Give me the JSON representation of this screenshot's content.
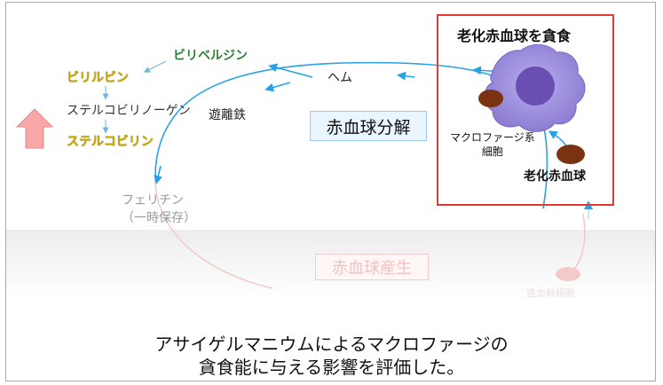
{
  "pathway": {
    "biliverdin": "ビリベルジン",
    "bilirubin": "ビリルビン",
    "stercobilinogen": "ステルコビリノーゲン",
    "stercobilin": "ステルコビリン",
    "heme": "ヘム",
    "free_iron": "遊離鉄",
    "ferritin_line1": "フェリチン",
    "ferritin_line2": "（一時保存）"
  },
  "center_box": {
    "label": "赤血球分解"
  },
  "phagocytosis": {
    "title": "老化赤血球を貪食",
    "macrophage_line1": "マクロファージ系",
    "macrophage_line2": "細胞",
    "aged_rbc": "老化赤血球"
  },
  "faded": {
    "rbc_production": "赤血球産生",
    "small_text": "造血幹細胞"
  },
  "conclusion": {
    "line1": "アサイゲルマニウムによるマクロファージの",
    "line2": "貪食能に与える影響を評価した。"
  },
  "colors": {
    "cycle_arrow": "#29a3e6",
    "red_box": "#e53935",
    "up_arrow": "#f7a7a7",
    "macrophage": "#9b8bd6",
    "nucleus": "#6a4fb2",
    "rbc": "#7a3310"
  },
  "icons": {
    "up_arrow": "up-arrow-icon",
    "macrophage": "macrophage-cell-icon",
    "rbc": "red-blood-cell-icon"
  }
}
